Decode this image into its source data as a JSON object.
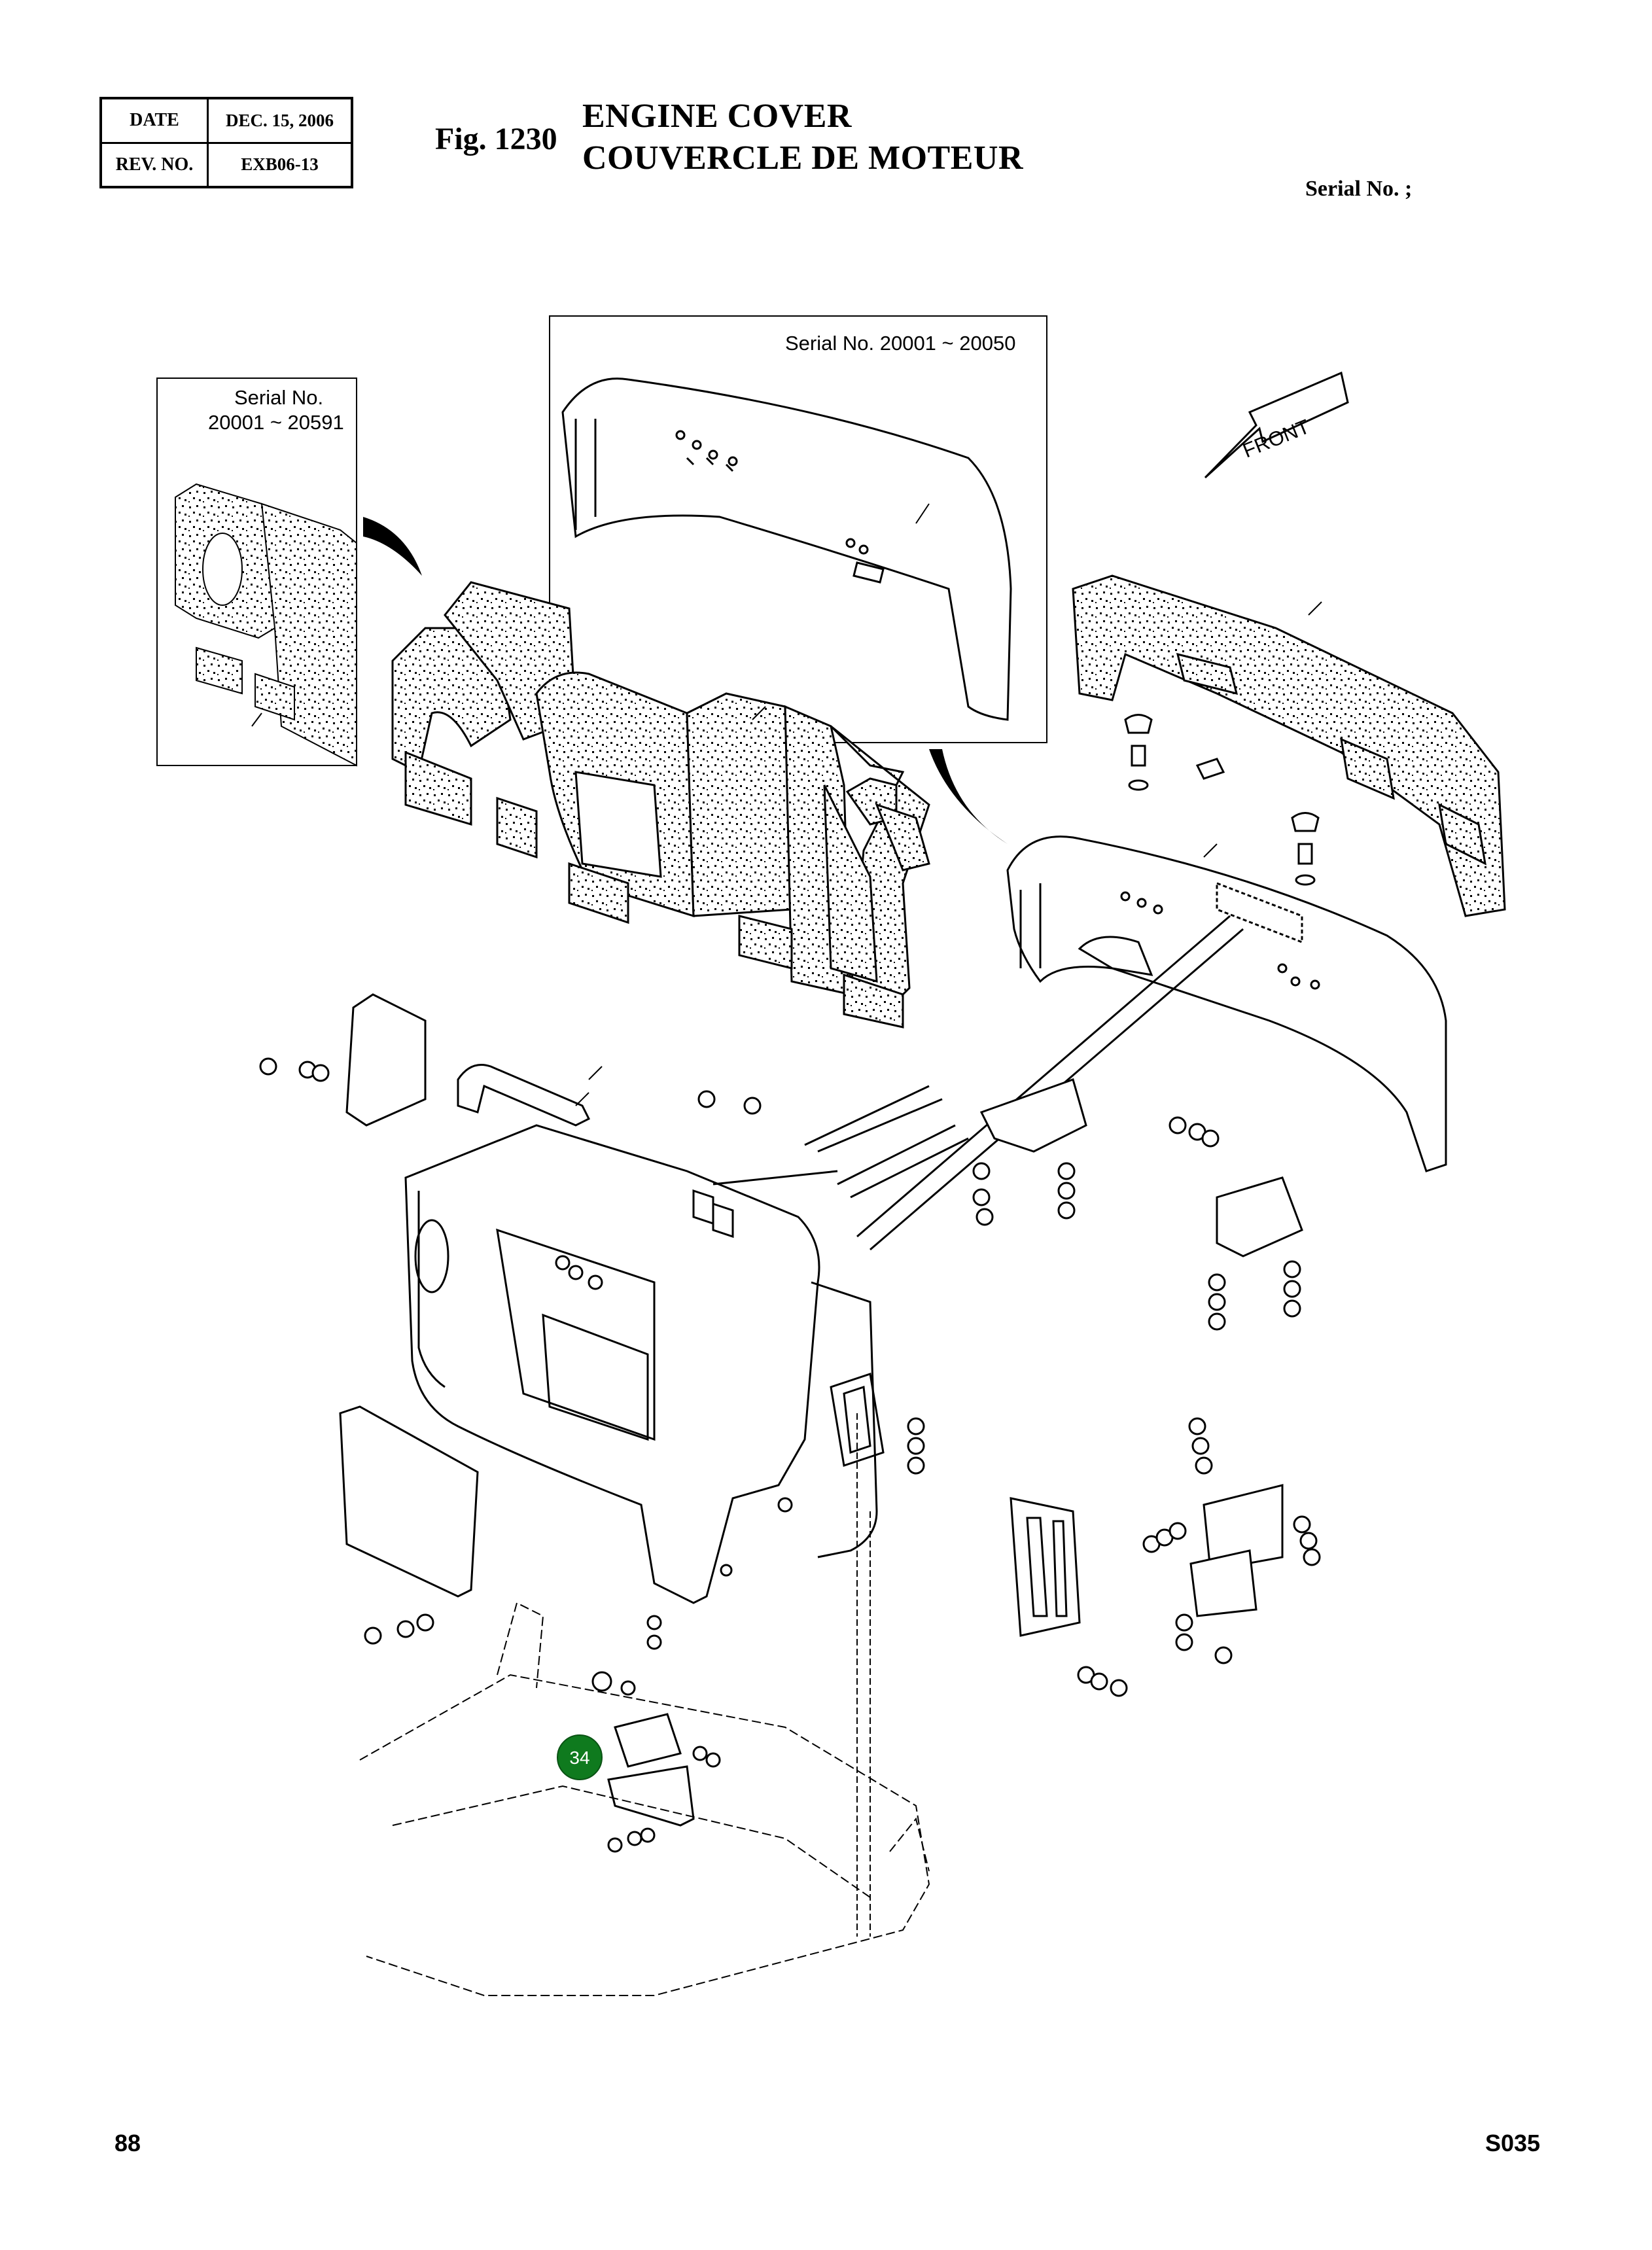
{
  "revision": {
    "date_label": "DATE",
    "date_value": "DEC. 15, 2006",
    "rev_label": "REV. NO.",
    "rev_value": "EXB06-13"
  },
  "figure": {
    "number": "Fig. 1230",
    "title_en": "ENGINE COVER",
    "title_fr": "COUVERCLE DE MOTEUR"
  },
  "serial_header": "Serial No. ;",
  "insets": {
    "left_line1": "Serial No.",
    "left_line2": "20001 ~ 20591",
    "top": "Serial No. 20001 ~ 20050"
  },
  "front_label": "FRONT",
  "callouts": [
    {
      "number": "34",
      "color": "#0f7a1e"
    }
  ],
  "footer": {
    "page": "88",
    "code": "S035"
  }
}
